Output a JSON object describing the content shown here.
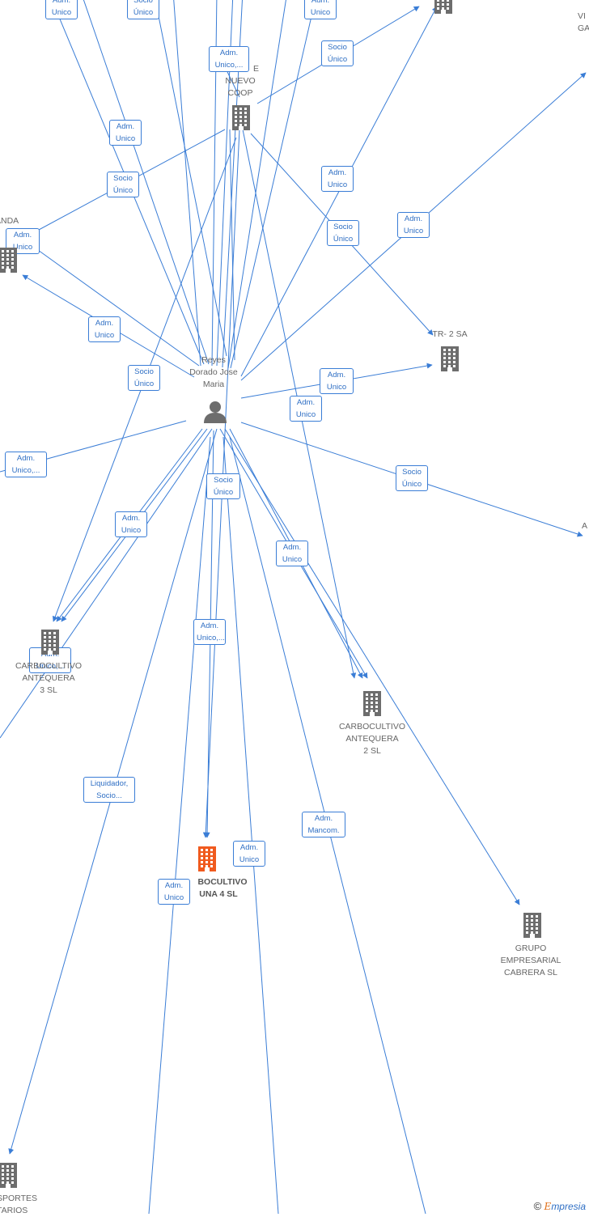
{
  "person": {
    "name_lines": [
      "Reyes",
      "Dorado Jose",
      "Maria"
    ]
  },
  "companies": [
    {
      "id": "nuevo-coop",
      "lines": [
        "E",
        "NUEVO",
        "COOP"
      ],
      "highlight": false
    },
    {
      "id": "anda",
      "lines": [
        "ANDA",
        "L"
      ],
      "highlight": false
    },
    {
      "id": "tr2",
      "lines": [
        "TR- 2 SA"
      ],
      "highlight": false
    },
    {
      "id": "carbo3",
      "lines": [
        "CARBOCULTIVO",
        "ANTEQUERA",
        "3  SL"
      ],
      "highlight": false
    },
    {
      "id": "carbo2",
      "lines": [
        "CARBOCULTIVO",
        "ANTEQUERA",
        "2  SL"
      ],
      "highlight": false
    },
    {
      "id": "carbo4",
      "lines": [
        "BOCULTIVO",
        "UNA 4  SL"
      ],
      "highlight": true
    },
    {
      "id": "grupo",
      "lines": [
        "GRUPO",
        "EMPRESARIAL",
        "CABRERA SL"
      ],
      "highlight": false
    },
    {
      "id": "sportes",
      "lines": [
        "SPORTES",
        "TARIOS"
      ],
      "highlight": false
    },
    {
      "id": "vi",
      "lines": [
        "VI",
        "GA"
      ],
      "highlight": false
    },
    {
      "id": "a-right",
      "lines": [
        "A"
      ],
      "highlight": false
    }
  ],
  "edge_labels": [
    [
      "Adm.",
      "Unico"
    ],
    [
      "Socio",
      "Único"
    ],
    [
      "Adm.",
      "Unico"
    ],
    [
      "Adm.",
      "Unico,..."
    ],
    [
      "Socio",
      "Único"
    ],
    [
      "Adm.",
      "Unico"
    ],
    [
      "Socio",
      "Único"
    ],
    [
      "Adm.",
      "Unico"
    ],
    [
      "Adm.",
      "Unico"
    ],
    [
      "Socio",
      "Único"
    ],
    [
      "Adm.",
      "Unico"
    ],
    [
      "Adm.",
      "Unico"
    ],
    [
      "Socio",
      "Único"
    ],
    [
      "Adm.",
      "Unico"
    ],
    [
      "Socio",
      "Único"
    ],
    [
      "Adm.",
      "Unico,..."
    ],
    [
      "Socio",
      "Único"
    ],
    [
      "Adm.",
      "Unico"
    ],
    [
      "Socio",
      "Único"
    ],
    [
      "Adm.",
      "Unico"
    ],
    [
      "Adm.",
      "Unico"
    ],
    [
      "Adm.",
      "Unico,..."
    ],
    [
      "Adm.",
      "Unico,..."
    ],
    [
      "Liquidador,",
      "Socio..."
    ],
    [
      "Adm.",
      "Mancom."
    ],
    [
      "Adm.",
      "Unico"
    ],
    [
      "Adm.",
      "Unico"
    ]
  ],
  "brand": {
    "symbol": "©",
    "e": "E",
    "rest": "mpresia"
  },
  "colors": {
    "edge": "#3a7dd6",
    "building": "#6d6d6d",
    "highlight": "#f05a1e"
  }
}
